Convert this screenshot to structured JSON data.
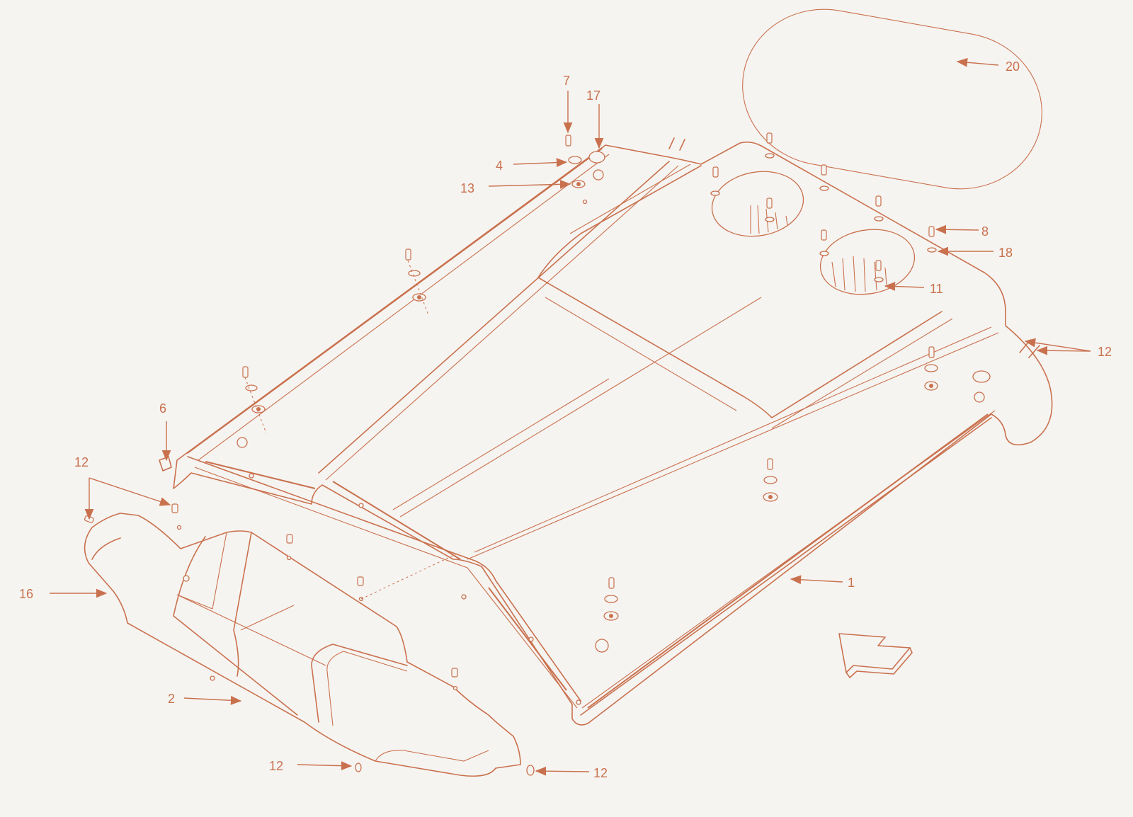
{
  "diagram": {
    "accent_color": "#c9714e",
    "background_color": "#f6f4f1",
    "callouts": [
      {
        "id": "c20",
        "label": "20"
      },
      {
        "id": "c7",
        "label": "7"
      },
      {
        "id": "c17",
        "label": "17"
      },
      {
        "id": "c4",
        "label": "4"
      },
      {
        "id": "c13",
        "label": "13"
      },
      {
        "id": "c8",
        "label": "8"
      },
      {
        "id": "c18",
        "label": "18"
      },
      {
        "id": "c11",
        "label": "11"
      },
      {
        "id": "c12a",
        "label": "12"
      },
      {
        "id": "c6",
        "label": "6"
      },
      {
        "id": "c12b",
        "label": "12"
      },
      {
        "id": "c16",
        "label": "16"
      },
      {
        "id": "c1",
        "label": "1"
      },
      {
        "id": "c2",
        "label": "2"
      },
      {
        "id": "c12c",
        "label": "12"
      },
      {
        "id": "c12d",
        "label": "12"
      }
    ],
    "direction_indicator": "arrow-icon"
  }
}
